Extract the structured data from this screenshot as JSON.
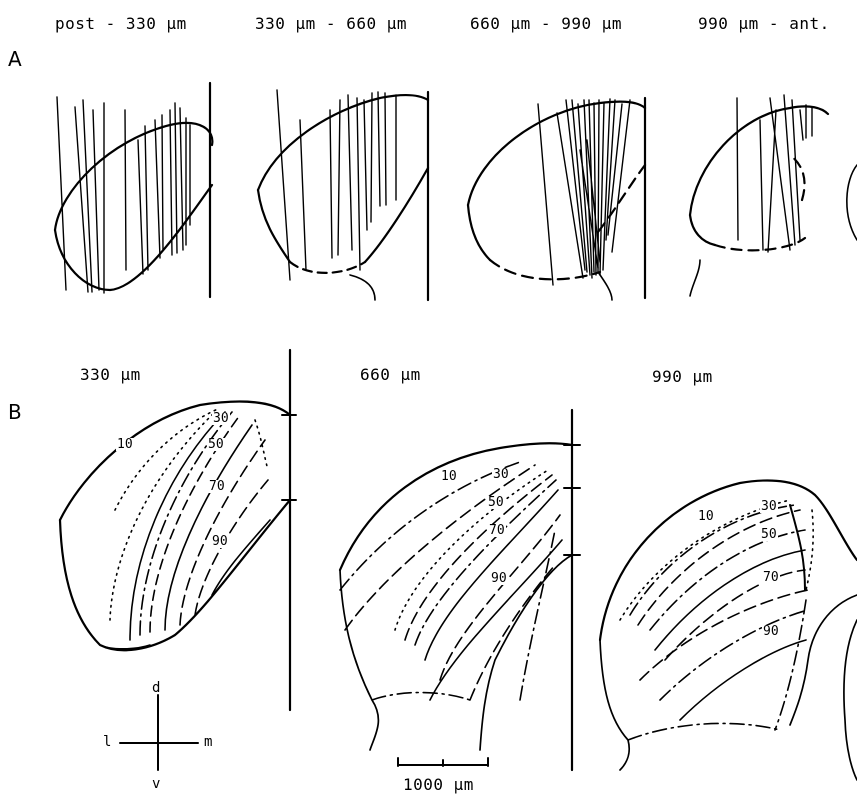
{
  "panel_a": {
    "label": "A",
    "ranges": [
      "post - 330 µm",
      "330 µm - 660 µm",
      "660 µm - 990 µm",
      "990 µm - ant."
    ]
  },
  "panel_b": {
    "label": "B",
    "sections": [
      {
        "label": "330 µm",
        "contours": [
          "10",
          "30",
          "50",
          "70",
          "90"
        ]
      },
      {
        "label": "660 µm",
        "contours": [
          "10",
          "30",
          "50",
          "70",
          "90"
        ]
      },
      {
        "label": "990 µm",
        "contours": [
          "10",
          "30",
          "50",
          "70",
          "90"
        ]
      }
    ]
  },
  "orientation": {
    "dorsal": "d",
    "ventral": "v",
    "lateral": "l",
    "medial": "m"
  },
  "scale_bar": {
    "label": "1000 µm"
  },
  "colors": {
    "ink": "#000000",
    "background": "#ffffff"
  }
}
